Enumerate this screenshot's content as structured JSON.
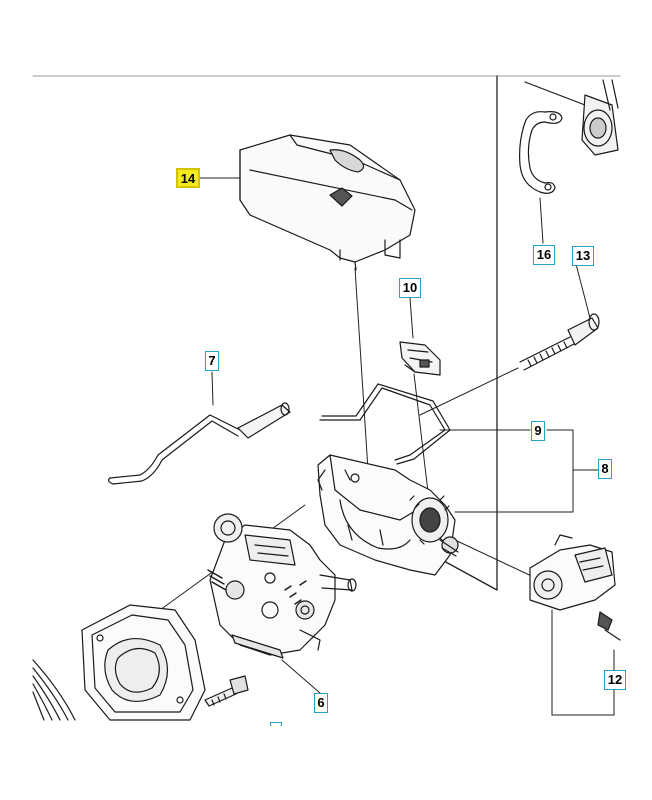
{
  "colors": {
    "callout_border": "#26a3c4",
    "highlight": "#f4ea1e",
    "line": "#1a1a1a"
  },
  "callouts": [
    {
      "id": "14",
      "label": "14",
      "highlighted": true
    },
    {
      "id": "16",
      "label": "16"
    },
    {
      "id": "13",
      "label": "13"
    },
    {
      "id": "10",
      "label": "10"
    },
    {
      "id": "7",
      "label": "7"
    },
    {
      "id": "9",
      "label": "9"
    },
    {
      "id": "8",
      "label": "8"
    },
    {
      "id": "6",
      "label": "6"
    },
    {
      "id": "12",
      "label": "12"
    }
  ],
  "parts": [
    {
      "id": "air-filter-cover",
      "icon": "air-filter-cover-drawing"
    },
    {
      "id": "spring-clip",
      "icon": "spring-clip-drawing"
    },
    {
      "id": "long-screw",
      "icon": "screw-drawing"
    },
    {
      "id": "retaining-clip",
      "icon": "clip-drawing"
    },
    {
      "id": "throttle-rod",
      "icon": "rod-drawing"
    },
    {
      "id": "wire-bracket",
      "icon": "wire-bracket-drawing"
    },
    {
      "id": "air-filter-holder",
      "icon": "holder-drawing"
    },
    {
      "id": "carburetor",
      "icon": "carburetor-drawing"
    },
    {
      "id": "intake-gasket",
      "icon": "gasket-drawing"
    },
    {
      "id": "short-screw",
      "icon": "screw-drawing"
    },
    {
      "id": "choke-part",
      "icon": "choke-drawing"
    }
  ]
}
